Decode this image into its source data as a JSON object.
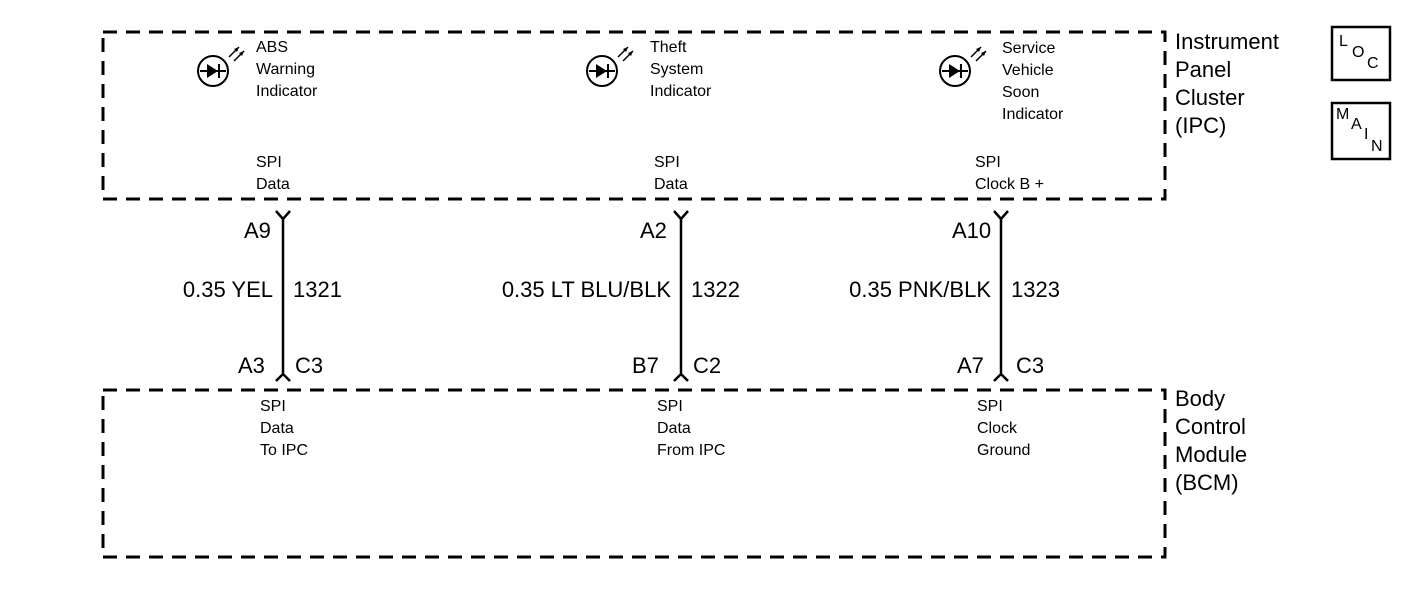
{
  "ipc": {
    "label": [
      "Instrument",
      "Panel",
      "Cluster",
      "(IPC)"
    ],
    "indicators": [
      {
        "lines": [
          "ABS",
          "Warning",
          "Indicator"
        ]
      },
      {
        "lines": [
          "Theft",
          "System",
          "Indicator"
        ]
      },
      {
        "lines": [
          "Service",
          "Vehicle",
          "Soon",
          "Indicator"
        ]
      }
    ],
    "signals": [
      {
        "lines": [
          "SPI",
          "Data"
        ]
      },
      {
        "lines": [
          "SPI",
          "Data"
        ]
      },
      {
        "lines": [
          "SPI",
          "Clock B +"
        ]
      }
    ]
  },
  "bcm": {
    "label": [
      "Body",
      "Control",
      "Module",
      "(BCM)"
    ],
    "signals": [
      {
        "lines": [
          "SPI",
          "Data",
          "To IPC"
        ]
      },
      {
        "lines": [
          "SPI",
          "Data",
          "From IPC"
        ]
      },
      {
        "lines": [
          "SPI",
          "Clock",
          "Ground"
        ]
      }
    ]
  },
  "circuits": [
    {
      "top_pin": "A9",
      "wire": "0.35 YEL",
      "circuit": "1321",
      "bottom_pin": "A3",
      "connector": "C3"
    },
    {
      "top_pin": "A2",
      "wire": "0.35 LT BLU/BLK",
      "circuit": "1322",
      "bottom_pin": "B7",
      "connector": "C2"
    },
    {
      "top_pin": "A10",
      "wire": "0.35 PNK/BLK",
      "circuit": "1323",
      "bottom_pin": "A7",
      "connector": "C3"
    }
  ],
  "legend_boxes": {
    "loc": [
      "L",
      "O",
      "C"
    ],
    "main": [
      "M",
      "A",
      "I",
      "N"
    ]
  }
}
